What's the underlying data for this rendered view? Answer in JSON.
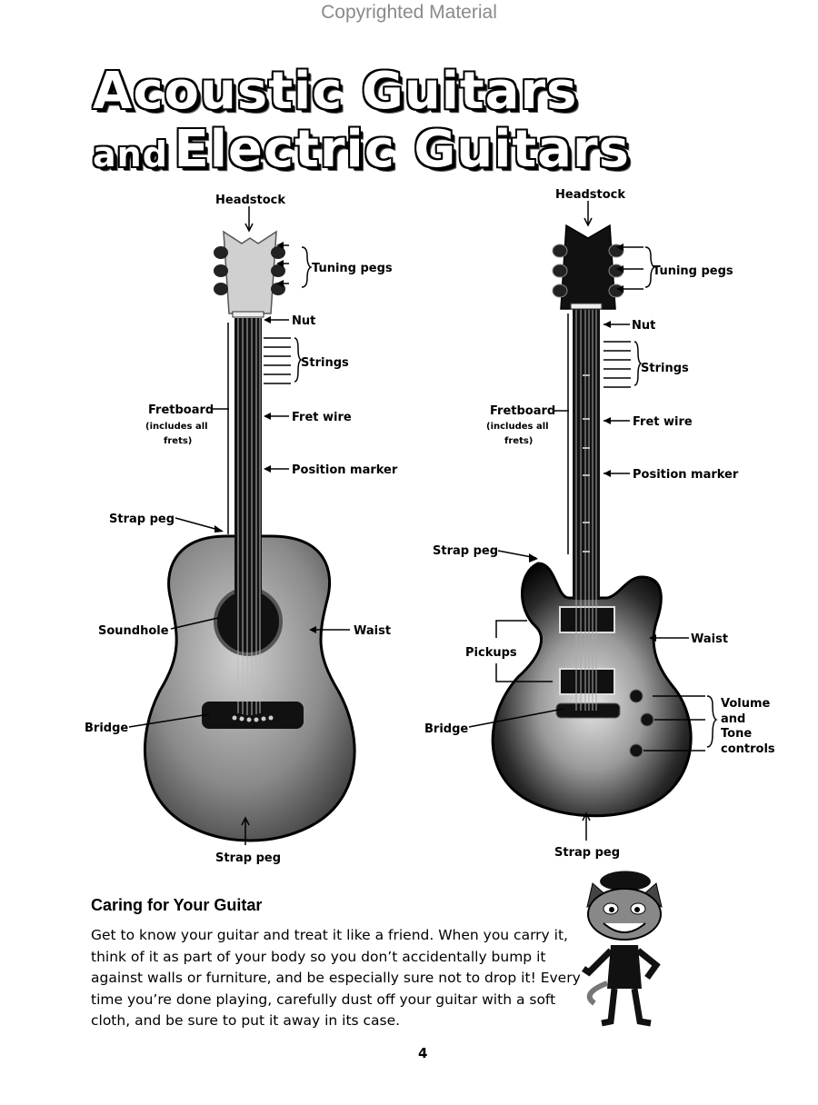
{
  "watermark": "Copyrighted Material",
  "title": {
    "line1": "Acoustic Guitars",
    "line2_small": "and",
    "line2_big": "Electric Guitars"
  },
  "acoustic_labels": {
    "headstock": "Headstock",
    "tuning_pegs": "Tuning pegs",
    "nut": "Nut",
    "strings": "Strings",
    "fretboard": "Fretboard",
    "fretboard_note_1": "(includes all",
    "fretboard_note_2": "frets)",
    "fret_wire": "Fret wire",
    "position_marker": "Position marker",
    "strap_peg_top": "Strap peg",
    "soundhole": "Soundhole",
    "waist": "Waist",
    "bridge": "Bridge",
    "strap_peg_bottom": "Strap peg"
  },
  "electric_labels": {
    "headstock": "Headstock",
    "tuning_pegs": "Tuning pegs",
    "nut": "Nut",
    "strings": "Strings",
    "fretboard": "Fretboard",
    "fretboard_note_1": "(includes all",
    "fretboard_note_2": "frets)",
    "fret_wire": "Fret wire",
    "position_marker": "Position marker",
    "strap_peg_top": "Strap peg",
    "pickups": "Pickups",
    "waist": "Waist",
    "controls_1": "Volume",
    "controls_2": "and",
    "controls_3": "Tone",
    "controls_4": "controls",
    "bridge": "Bridge",
    "strap_peg_bottom": "Strap peg"
  },
  "section_title": "Caring for Your Guitar",
  "body_text": "Get to know your guitar and treat it like a friend. When you carry it, think of it as part of your body so you don’t accidentally bump it against walls or furniture, and be especially sure not to drop it! Every time you’re done playing, carefully dust off your guitar with a soft cloth, and be sure to put it away in its case.",
  "page_number": "4"
}
